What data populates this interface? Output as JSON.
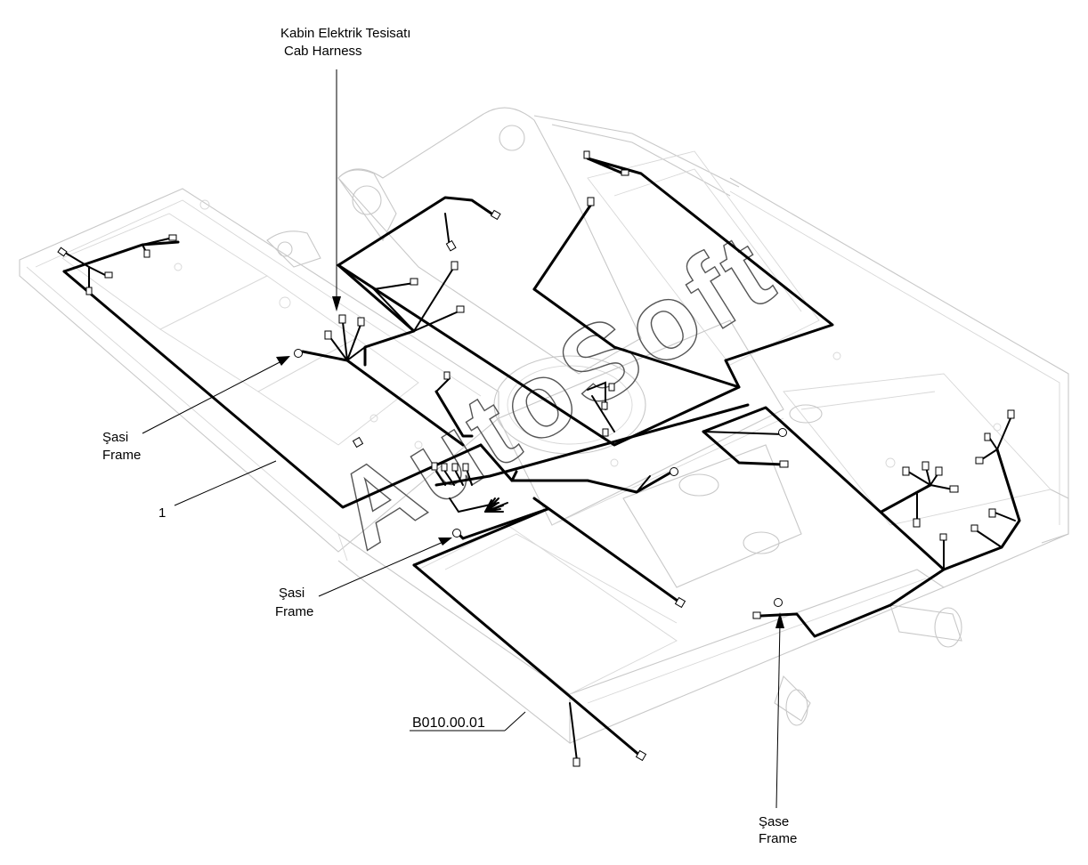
{
  "labels": {
    "cab_harness_tr": "Kabin Elektrik Tesisatı",
    "cab_harness_en": "Cab Harness",
    "frame_left_tr": "Şasi",
    "frame_left_en": "Frame",
    "frame_mid_tr": "Şasi",
    "frame_mid_en": "Frame",
    "frame_bottom_tr": "Şase",
    "frame_bottom_en": "Frame",
    "item_number": "1",
    "part_code": "B010.00.01"
  },
  "watermark": "AutoSoft",
  "colors": {
    "harness": "#000000",
    "frame_lines": "#c8c8c8",
    "background": "#ffffff"
  }
}
